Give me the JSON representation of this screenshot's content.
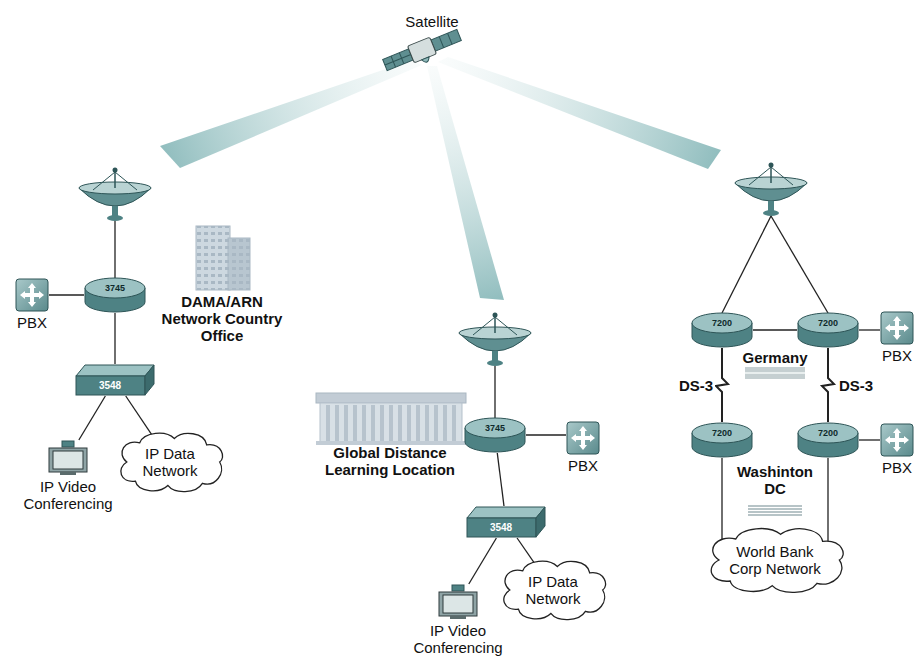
{
  "diagram": {
    "nodes": [
      {
        "text": [
          "3745"
        ]
      },
      {
        "text": [
          "PBX"
        ]
      },
      {
        "text": [
          "3548"
        ]
      },
      {
        "text": [
          "IP Video Conferencing"
        ]
      },
      {
        "text": [
          "IP Data Network"
        ]
      },
      {
        "text": [
          "3745"
        ]
      },
      {
        "text": [
          "PBX"
        ]
      },
      {
        "text": [
          "3548"
        ]
      },
      {
        "text": [
          "IP Video Conferencing"
        ]
      },
      {
        "text": [
          "IP Data Network"
        ]
      },
      {
        "text": [
          "7200"
        ]
      },
      {
        "text": [
          "7200"
        ]
      },
      {
        "text": [
          "PBX"
        ]
      },
      {
        "text": [
          "7200"
        ]
      },
      {
        "text": [
          "7200"
        ]
      },
      {
        "text": [
          "PBX"
        ]
      },
      {
        "text": [
          "World Bank Corp Network"
        ]
      }
    ],
    "edges": [
      {
        "from": 0,
        "to": 1,
        "arrow": "none"
      },
      {
        "from": 0,
        "to": 2,
        "arrow": "none"
      },
      {
        "from": 2,
        "to": 3,
        "arrow": "none"
      },
      {
        "from": 2,
        "to": 4,
        "arrow": "none"
      },
      {
        "from": 5,
        "to": 6,
        "arrow": "none"
      },
      {
        "from": 5,
        "to": 7,
        "arrow": "none"
      },
      {
        "from": 7,
        "to": 8,
        "arrow": "none"
      },
      {
        "from": 7,
        "to": 9,
        "arrow": "none"
      },
      {
        "from": 10,
        "to": 11,
        "arrow": "none"
      },
      {
        "from": 10,
        "to": 13,
        "label": "DS-3",
        "arrow": "none"
      },
      {
        "from": 11,
        "to": 14,
        "label": "DS-3",
        "arrow": "none"
      },
      {
        "from": 11,
        "to": 12,
        "arrow": "none"
      },
      {
        "from": 14,
        "to": 15,
        "arrow": "none"
      },
      {
        "from": 13,
        "to": 16,
        "arrow": "none"
      },
      {
        "from": 14,
        "to": 16,
        "arrow": "none"
      }
    ],
    "labels": [
      "Satellite",
      "DAMA/ARN Network Country Office",
      "Global Distance Learning Location",
      "Germany",
      "Washinton DC"
    ]
  }
}
